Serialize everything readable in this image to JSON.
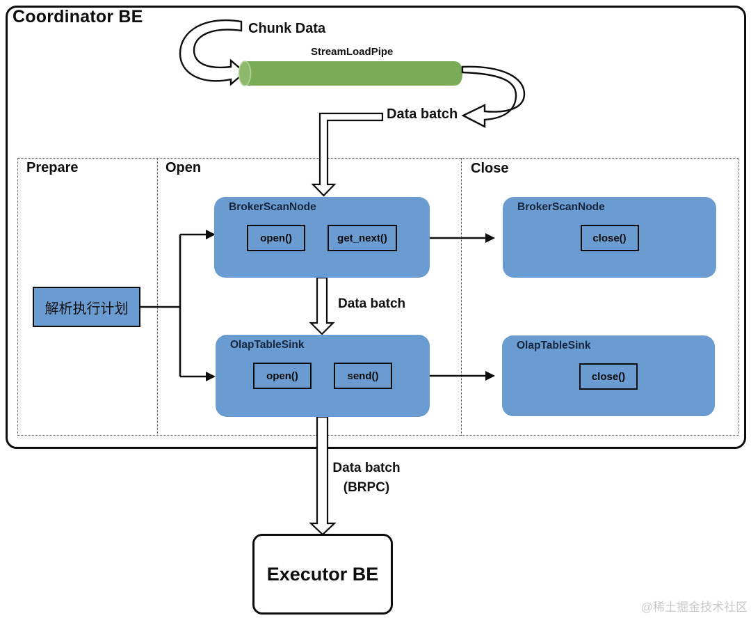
{
  "colors": {
    "node_blue": "#6a9bd1",
    "pipe_green": "#7cab58",
    "pipe_green_cap": "#8db96c",
    "outline_black": "#0d0d0d",
    "node_title_navy": "#16253e",
    "watermark_gray": "#c9c9c9"
  },
  "coordinator": {
    "title": "Coordinator BE"
  },
  "pipe": {
    "label": "StreamLoadPipe",
    "input_label": "Chunk Data",
    "output_label": "Data batch"
  },
  "sections": {
    "prepare": {
      "label": "Prepare"
    },
    "open": {
      "label": "Open"
    },
    "close": {
      "label": "Close"
    }
  },
  "prepare_step": {
    "label": "解析执行计划"
  },
  "nodes": {
    "open_broker": {
      "title": "BrokerScanNode",
      "methods": [
        "open()",
        "get_next()"
      ]
    },
    "open_sink": {
      "title": "OlapTableSink",
      "methods": [
        "open()",
        "send()"
      ]
    },
    "close_broker": {
      "title": "BrokerScanNode",
      "methods": [
        "close()"
      ]
    },
    "close_sink": {
      "title": "OlapTableSink",
      "methods": [
        "close()"
      ]
    }
  },
  "flows": {
    "broker_to_sink": "Data batch",
    "sink_to_executor_line1": "Data batch",
    "sink_to_executor_line2": "(BRPC)"
  },
  "executor": {
    "title": "Executor BE"
  },
  "watermark": "@稀土掘金技术社区"
}
